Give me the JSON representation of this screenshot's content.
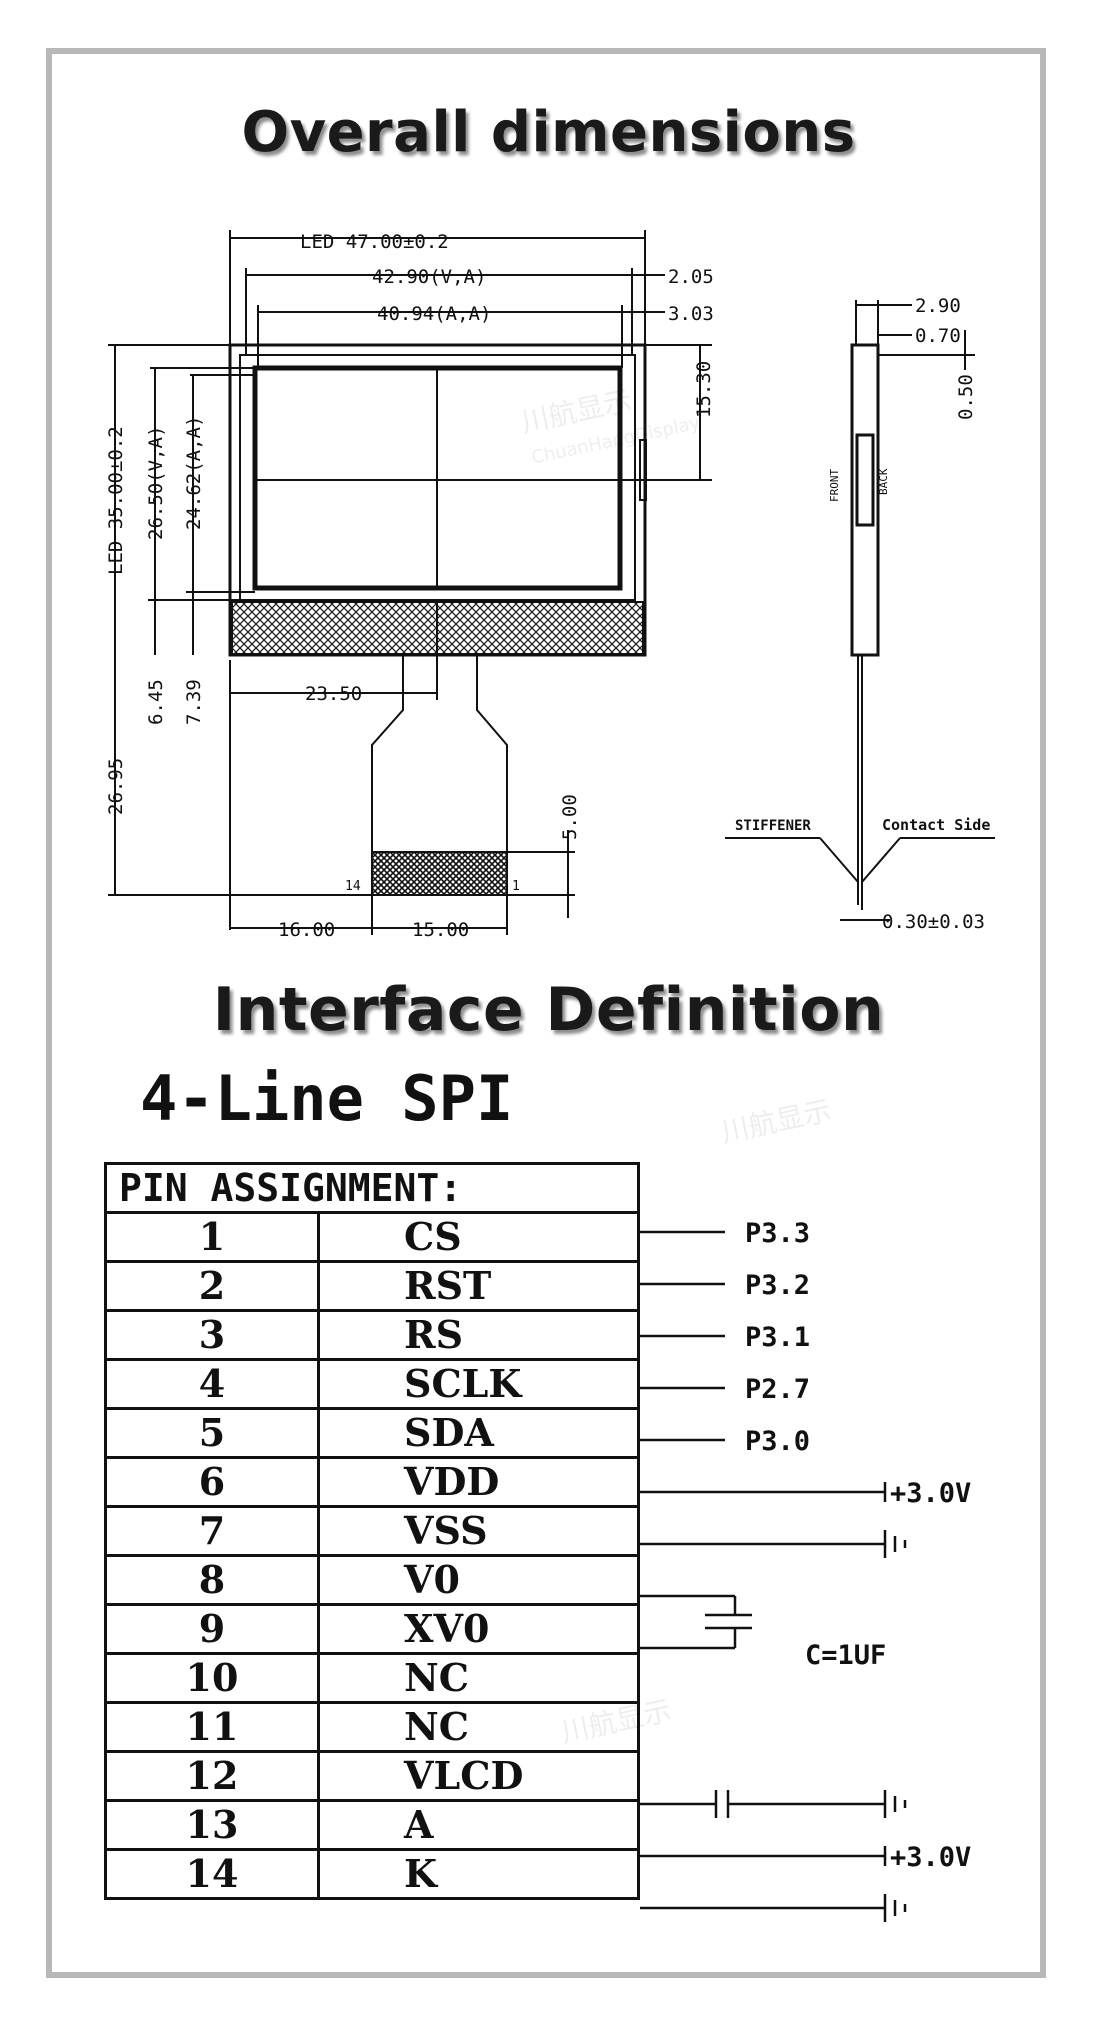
{
  "titles": {
    "dimensions": "Overall dimensions",
    "interface": "Interface Definition",
    "subtitle": "4-Line SPI"
  },
  "watermark": {
    "cn": "川航显示",
    "en": "ChuanHangDisplay"
  },
  "dimension_labels": {
    "led_width": "LED 47.00±0.2",
    "va_width": "42.90(V,A)",
    "aa_width": "40.94(A,A)",
    "off_205": "2.05",
    "off_303": "3.03",
    "h_1530": "15.30",
    "led_height": "LED 35.00±0.2",
    "va_height": "26.50(V,A)",
    "aa_height": "24.62(A,A)",
    "d_645": "6.45",
    "d_739": "7.39",
    "d_2350": "23.50",
    "d_2695": "26.95",
    "d_500": "5.00",
    "d_1600": "16.00",
    "d_1500": "15.00",
    "pin_14": "14",
    "pin_1": "1",
    "side_290": "2.90",
    "side_070": "0.70",
    "side_050": "0.50",
    "front": "FRONT",
    "back": "BACK",
    "stiffener": "STIFFENER",
    "contact_side": "Contact Side",
    "thickness": "0.30±0.03"
  },
  "pin_table": {
    "header": "PIN ASSIGNMENT:",
    "rows": [
      {
        "pin": "1",
        "signal": "CS"
      },
      {
        "pin": "2",
        "signal": "RST"
      },
      {
        "pin": "3",
        "signal": "RS"
      },
      {
        "pin": "4",
        "signal": "SCLK"
      },
      {
        "pin": "5",
        "signal": "SDA"
      },
      {
        "pin": "6",
        "signal": "VDD"
      },
      {
        "pin": "7",
        "signal": "VSS"
      },
      {
        "pin": "8",
        "signal": "V0"
      },
      {
        "pin": "9",
        "signal": "XV0"
      },
      {
        "pin": "10",
        "signal": "NC"
      },
      {
        "pin": "11",
        "signal": "NC"
      },
      {
        "pin": "12",
        "signal": "VLCD"
      },
      {
        "pin": "13",
        "signal": "A"
      },
      {
        "pin": "14",
        "signal": "K"
      }
    ]
  },
  "connections": {
    "cs": "P3.3",
    "rst": "P3.2",
    "rs": "P3.1",
    "sclk": "P2.7",
    "sda": "P3.0",
    "vdd": "+3.0V",
    "a": "+3.0V",
    "cap": "C=1UF"
  }
}
